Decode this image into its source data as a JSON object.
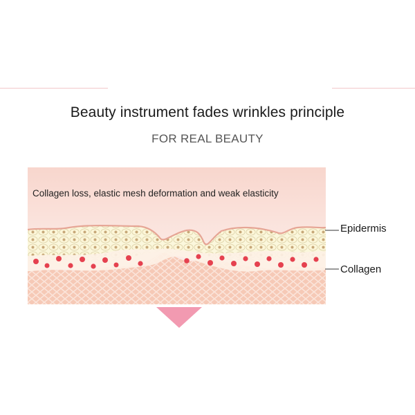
{
  "header": {
    "title": "Beauty instrument fades wrinkles principle",
    "subtitle": "FOR REAL BEAUTY"
  },
  "diagram": {
    "caption": "Collagen loss, elastic mesh deformation and weak elasticity",
    "labels": {
      "epidermis": "Epidermis",
      "collagen": "Collagen"
    },
    "colors": {
      "background_gradient_top": "#f7d4cb",
      "epidermis_line": "#e8a898",
      "cell_fill": "#fbf6d9",
      "cell_nucleus": "#c9aa7a",
      "collagen_cell": "#e2394a",
      "mesh_fill": "#f6c8b4",
      "arrow": "#f29ab0"
    },
    "icons": [
      "down-arrow-icon"
    ]
  }
}
